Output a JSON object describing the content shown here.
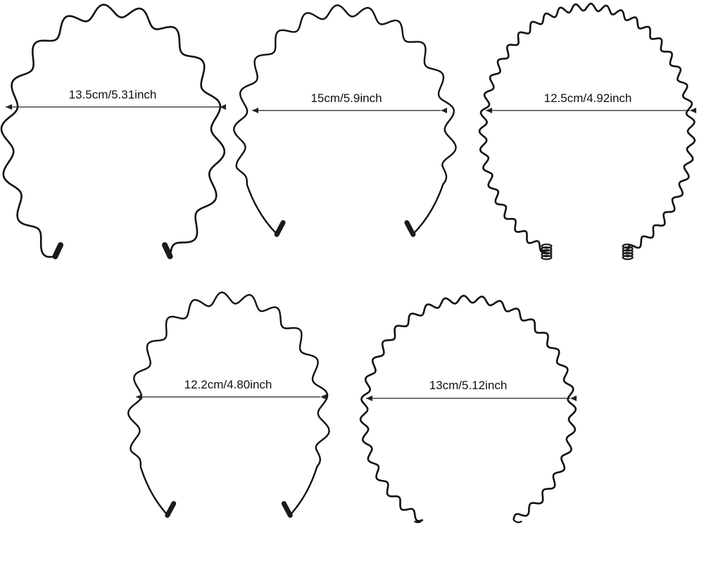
{
  "colors": {
    "background": "#ffffff",
    "band": "#111111",
    "tip": "#1a1a1a",
    "arrow": "#222222"
  },
  "headbands": [
    {
      "name": "headband-1",
      "label": "13.5cm/5.31inch",
      "style": "wave",
      "tip": "capsule"
    },
    {
      "name": "headband-2",
      "label": "15cm/5.9inch",
      "style": "wave",
      "tip": "capsule"
    },
    {
      "name": "headband-3",
      "label": "12.5cm/4.92inch",
      "style": "spring",
      "tip": "coil"
    },
    {
      "name": "headband-4",
      "label": "12.2cm/4.80inch",
      "style": "wave",
      "tip": "capsule"
    },
    {
      "name": "headband-5",
      "label": "13cm/5.12inch",
      "style": "wave",
      "tip": "hook"
    }
  ]
}
